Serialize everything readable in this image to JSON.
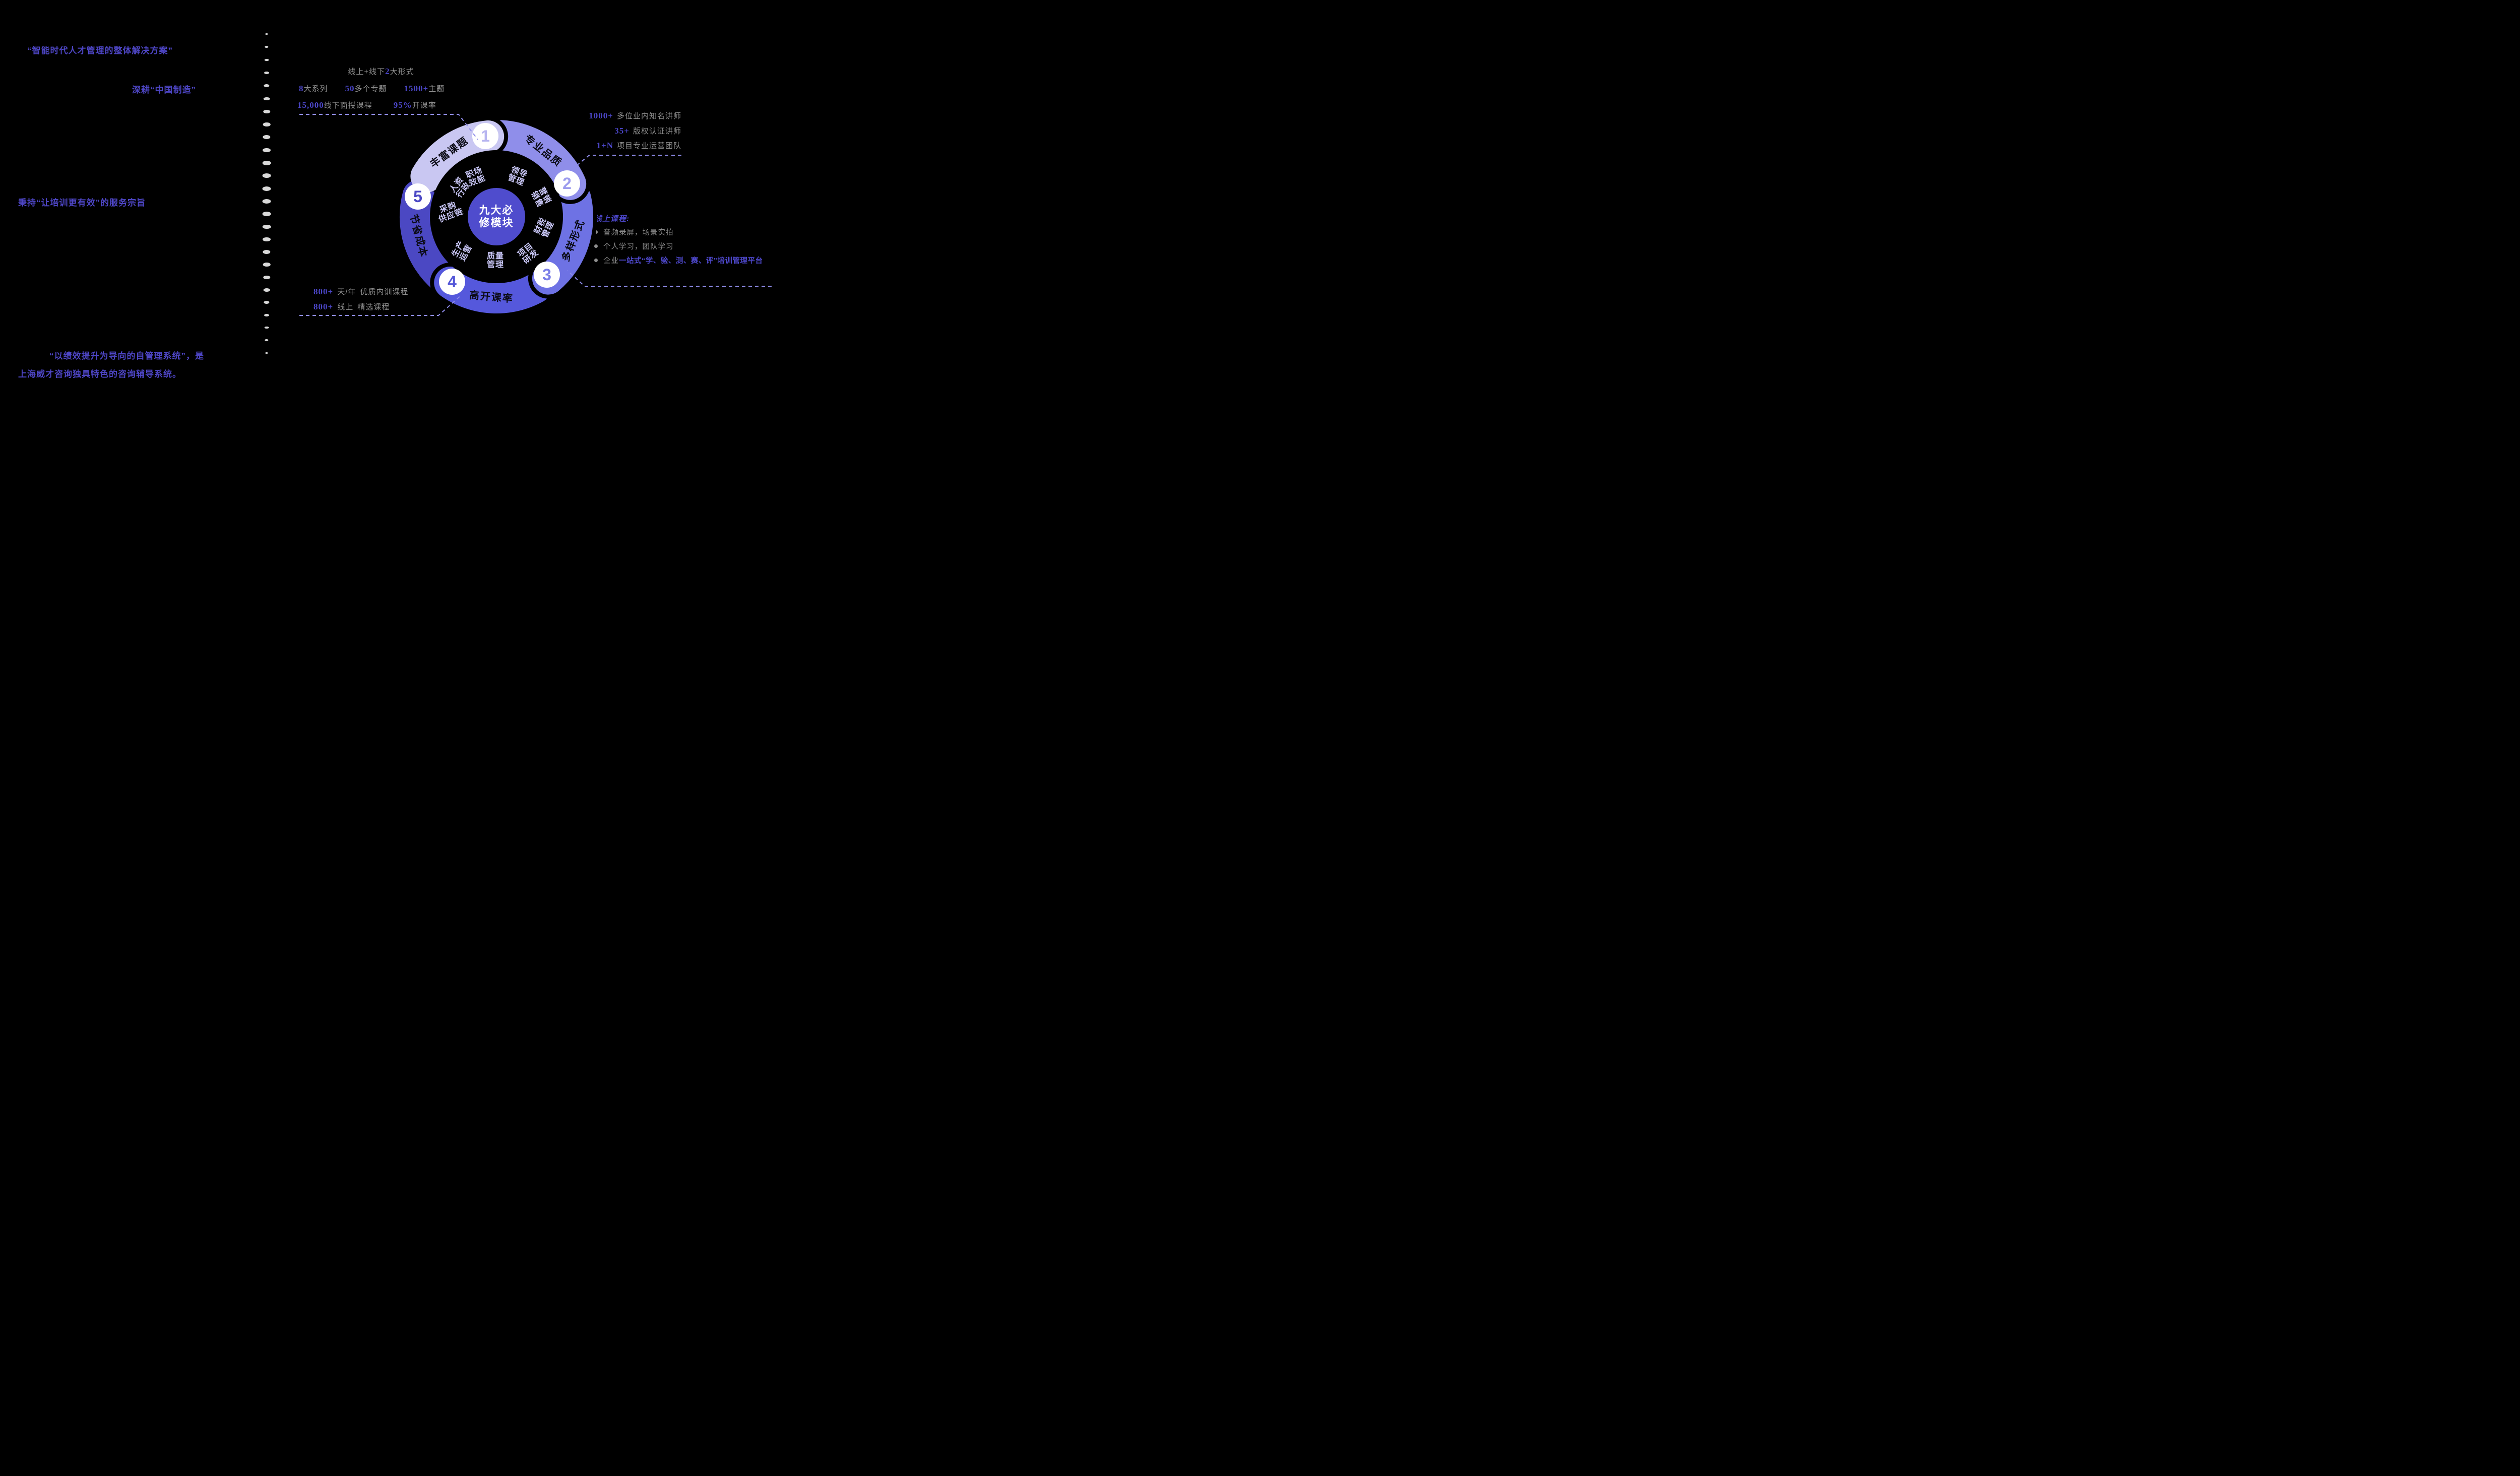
{
  "left_panel": {
    "quote1": "“智能时代人才管理的整体解决方案”",
    "quote2": "深耕“中国制造”",
    "quote3": "秉持“让培训更有效”的服务宗旨",
    "quote4_line1": "“以绩效提升为导向的自管理系统”，是",
    "quote4_line2": "上海威才咨询独具特色的咨询辅导系统。"
  },
  "top_stats": {
    "forms": {
      "prefix": "线上+线下",
      "num": "2",
      "suffix": "大形式"
    },
    "series": {
      "num": "8",
      "label": "大系列"
    },
    "topics": {
      "num": "50",
      "label": "多个专题"
    },
    "themes": {
      "num": "1500+",
      "label": "主题"
    },
    "offline": {
      "num": "15,000",
      "label": "线下面授课程"
    },
    "open_rate": {
      "num": "95%",
      "label": "开课率"
    }
  },
  "right_stats": {
    "lecturers": {
      "num": "1000+",
      "label": "多位业内知名讲师"
    },
    "certified": {
      "num": "35+",
      "label": "版权认证讲师"
    },
    "ops_team": {
      "num": "1+N",
      "label": "项目专业运营团队"
    }
  },
  "online_courses": {
    "title": "线上课程:",
    "bullet1": "音频录屏，场景实拍",
    "bullet2": "个人学习，团队学习",
    "bullet3_prefix": "企业",
    "bullet3_highlight": "一站式“学、验、测、赛、评”培训管理平台"
  },
  "bottom_stats": {
    "row1": {
      "num": "800+",
      "unit": "天/年",
      "label": "优质内训课程"
    },
    "row2": {
      "num": "800+",
      "unit": "线上",
      "label": "精选课程"
    }
  },
  "diagram": {
    "center": {
      "line1": "九大必",
      "line2": "修模块",
      "bg": "#4f4ccd"
    },
    "segments": [
      {
        "num": "1",
        "label": "丰富课题",
        "color": "#c9c7f2",
        "num_color": "#b7b5f0"
      },
      {
        "num": "2",
        "label": "专业品质",
        "color": "#8f8eea",
        "num_color": "#9d9cee"
      },
      {
        "num": "3",
        "label": "多样形式",
        "color": "#6e72e4",
        "num_color": "#7a7ee8"
      },
      {
        "num": "4",
        "label": "高开课率",
        "color": "#5558dc",
        "num_color": "#5457d8"
      },
      {
        "num": "5",
        "label": "节省成本",
        "color": "#4b48c3",
        "num_color": "#4b48c4"
      }
    ],
    "modules": [
      {
        "line1": "职场",
        "line2": "效能"
      },
      {
        "line1": "领导",
        "line2": "管理"
      },
      {
        "line1": "营销",
        "line2": "销售"
      },
      {
        "line1": "财税",
        "line2": "管理"
      },
      {
        "line1": "项目",
        "line2": "研发"
      },
      {
        "line1": "质量",
        "line2": "管理"
      },
      {
        "line1": "生产",
        "line2": "运营"
      },
      {
        "line1": "采购",
        "line2": "供应链"
      },
      {
        "line1": "人资",
        "line2": "行政"
      }
    ],
    "module_text_color": "#c7c5f4"
  },
  "decor": {
    "dot_column": {
      "count": 26,
      "color": "#d8d8d8"
    }
  },
  "colors": {
    "accent_purple": "#4e46c6",
    "stat_gray": "#8f8f8f",
    "dash_line": "#8f8cea",
    "background": "#000000"
  }
}
